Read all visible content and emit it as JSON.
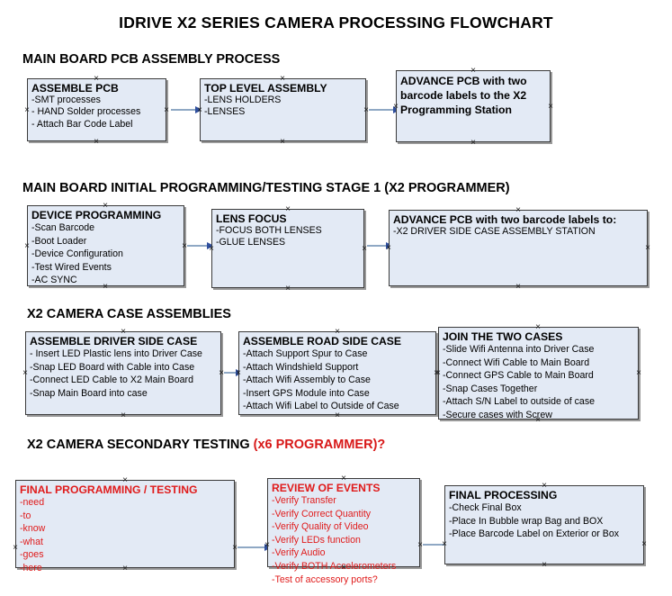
{
  "document": {
    "title": "IDRIVE X2  SERIES CAMERA PROCESSING FLOWCHART"
  },
  "colors": {
    "box_fill": "#e3eaf5",
    "box_border": "#3a3a3a",
    "box_shadow": "#9a9a9a",
    "text": "#000000",
    "red_text": "#e01b1b",
    "connector_line": "#8fa8c4",
    "connector_arrow": "#2f4f9e"
  },
  "sections": [
    {
      "heading": "MAIN BOARD PCB ASSEMBLY PROCESS",
      "heading_red": "",
      "boxes": [
        {
          "title": "ASSEMBLE PCB",
          "lines": [
            "-SMT processes",
            "- HAND Solder processes",
            "- Attach Bar Code Label"
          ]
        },
        {
          "title": "TOP LEVEL ASSEMBLY",
          "lines": [
            "-LENS HOLDERS",
            "-LENSES"
          ]
        },
        {
          "title": "ADVANCE PCB with two barcode labels to the  X2 Programming Station",
          "lines": []
        }
      ]
    },
    {
      "heading": "MAIN BOARD INITIAL PROGRAMMING/TESTING STAGE 1 (X2 PROGRAMMER)",
      "heading_red": "",
      "boxes": [
        {
          "title": "DEVICE PROGRAMMING",
          "lines": [
            "-Scan Barcode",
            "-Boot Loader",
            "-Device Configuration",
            "-Test Wired Events",
            "-AC SYNC"
          ]
        },
        {
          "title": "LENS FOCUS",
          "lines": [
            "-FOCUS BOTH LENSES",
            "-GLUE LENSES"
          ]
        },
        {
          "title": "ADVANCE PCB with two barcode labels to:",
          "lines": [
            "-X2 DRIVER  SIDE  CASE  ASSEMBLY STATION"
          ]
        }
      ]
    },
    {
      "heading": "X2 CAMERA CASE ASSEMBLIES",
      "heading_red": "",
      "boxes": [
        {
          "title": "ASSEMBLE DRIVER SIDE CASE",
          "lines": [
            "- Insert LED Plastic lens into Driver Case",
            "-Snap LED Board with Cable into Case",
            "-Connect LED Cable to X2 Main Board",
            "-Snap Main Board into case"
          ]
        },
        {
          "title": "ASSEMBLE ROAD SIDE CASE",
          "lines": [
            "-Attach Support Spur to Case",
            "-Attach Windshield Support",
            "-Attach Wifi Assembly to Case",
            "-Insert GPS Module into Case",
            "-Attach Wifi Label to Outside of Case"
          ]
        },
        {
          "title": "JOIN THE TWO CASES",
          "lines": [
            "-Slide Wifi Antenna into Driver Case",
            "-Connect Wifi Cable to Main Board",
            "-Connect GPS Cable to Main Board",
            "-Snap Cases Together",
            "-Attach S/N Label to outside of case",
            "-Secure cases with Screw"
          ]
        }
      ]
    },
    {
      "heading": "X2 CAMERA SECONDARY TESTING ",
      "heading_red": "(x6 PROGRAMMER)?",
      "boxes": [
        {
          "title": "FINAL PROGRAMMING / TESTING",
          "lines": [
            "-need",
            "-to",
            "-know",
            "-what",
            "-goes",
            "-here"
          ]
        },
        {
          "title": "REVIEW OF EVENTS",
          "lines": [
            "-Verify Transfer",
            "-Verify Correct Quantity",
            "-Verify Quality of Video",
            "-Verify LEDs function",
            "-Verify Audio",
            "-Verify BOTH Accelerometers",
            "-Test of accessory ports?"
          ]
        },
        {
          "title": "FINAL PROCESSING",
          "lines": [
            " -Check Final Box",
            "-Place In Bubble wrap Bag and BOX",
            "-Place Barcode Label on Exterior or Box"
          ]
        }
      ]
    }
  ]
}
